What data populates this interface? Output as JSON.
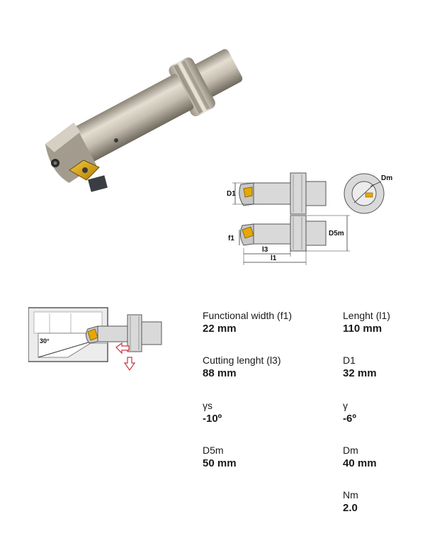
{
  "diagram": {
    "labels": {
      "d1": "D1",
      "dm": "Dm",
      "f1": "f1",
      "d5m": "D5m",
      "l3": "l3",
      "l1": "l1",
      "angle": "30°"
    }
  },
  "specs": [
    {
      "label": "Functional width (f1)",
      "value": "22 mm"
    },
    {
      "label": "Lenght (l1)",
      "value": "110 mm"
    },
    {
      "label": "Cutting lenght (l3)",
      "value": "88 mm"
    },
    {
      "label": "D1",
      "value": "32 mm"
    },
    {
      "label": "γs",
      "value": "-10º"
    },
    {
      "label": "γ",
      "value": "-6º"
    },
    {
      "label": "D5m",
      "value": "50 mm"
    },
    {
      "label": "Dm",
      "value": "40 mm"
    },
    {
      "label": "Nm",
      "value": "2.0"
    }
  ],
  "colors": {
    "body_metal": "#c9c2b4",
    "insert_gold": "#e6a800",
    "arrow_red": "#d03040"
  }
}
